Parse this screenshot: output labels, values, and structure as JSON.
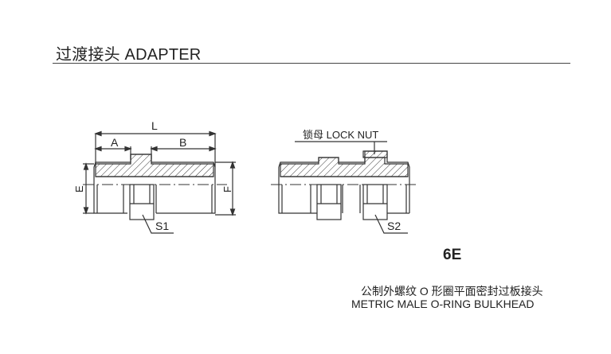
{
  "header": {
    "title": "过渡接头 ADAPTER"
  },
  "drawing": {
    "left": {
      "labels": {
        "L": "L",
        "A": "A",
        "B": "B",
        "E": "E",
        "F": "F",
        "S1": "S1"
      }
    },
    "right": {
      "labels": {
        "lock_nut": "锁母 LOCK NUT",
        "S2": "S2"
      }
    }
  },
  "product": {
    "code": "6E",
    "name_cn": "公制外螺纹 O 形圈平面密封过板接头",
    "name_en": "METRIC MALE O-RING BULKHEAD"
  }
}
